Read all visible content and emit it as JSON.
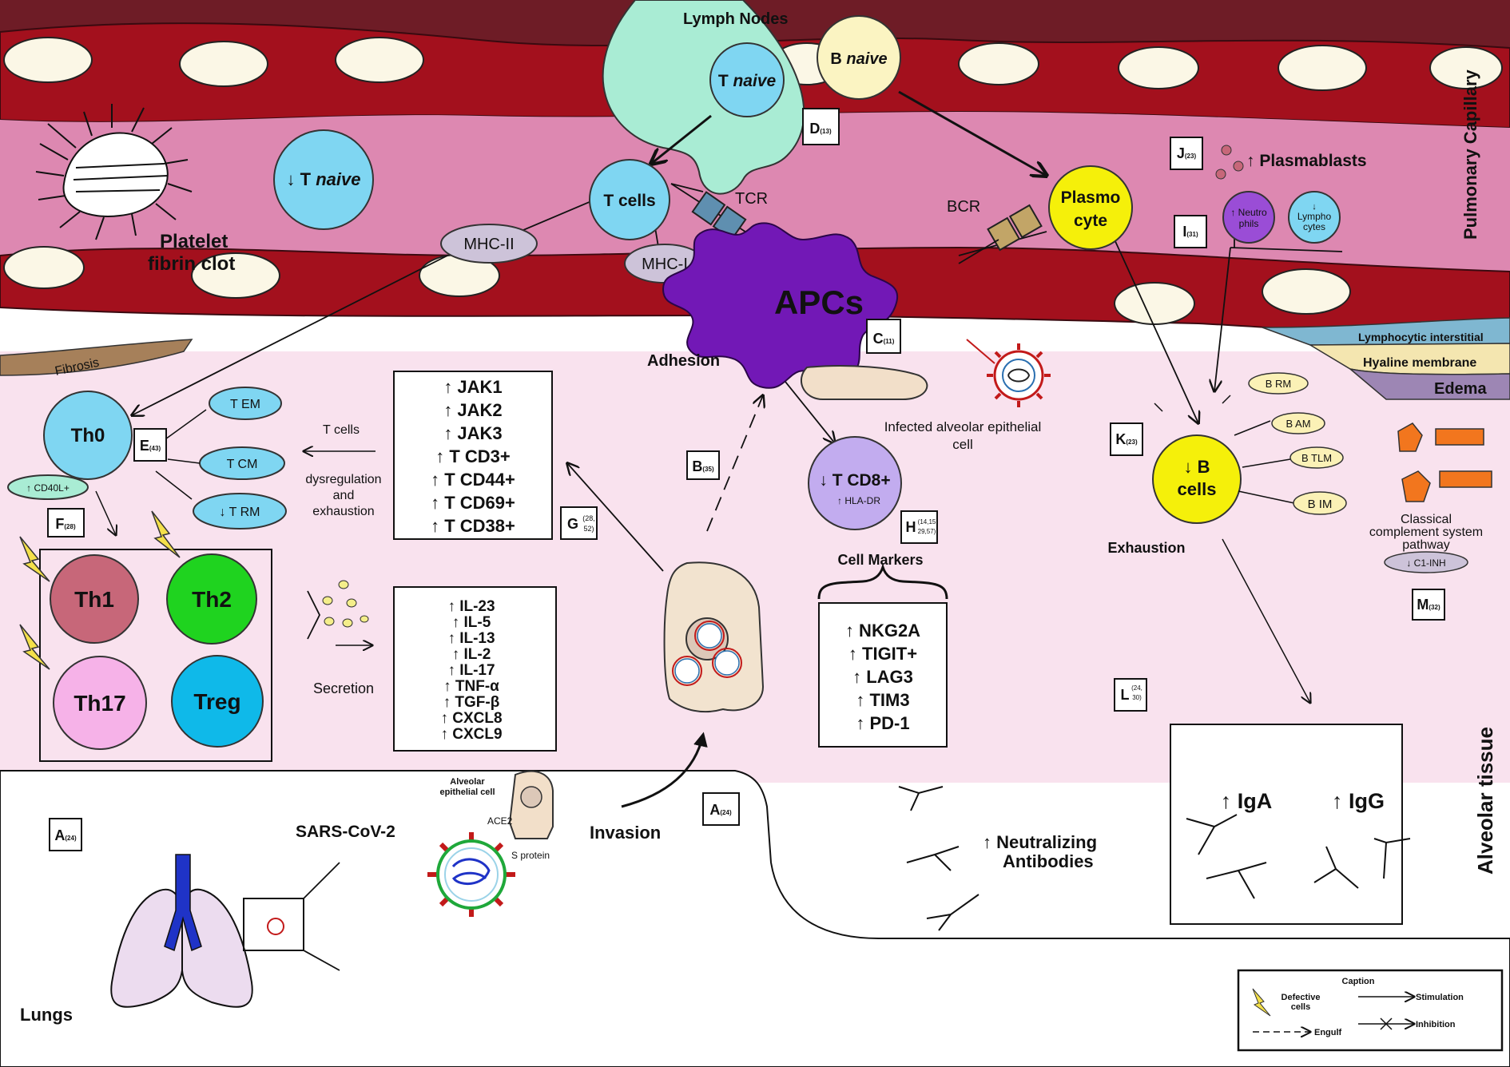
{
  "regions": {
    "lymph_nodes": "Lymph Nodes",
    "pulmonary_capillary": "Pulmonary Capillary",
    "alveolar_tissue": "Alveolar tissue",
    "lungs": "Lungs"
  },
  "cells": {
    "t_naive_prefix": "T",
    "t_naive_suffix": "naive",
    "b_naive_prefix": "B",
    "b_naive_suffix": "naive",
    "dec_t_naive_prefix": "↓ T",
    "dec_t_naive_suffix": "naive",
    "t_cells": "T cells",
    "plasmocyte_1": "Plasmo",
    "plasmocyte_2": "cyte",
    "apcs": "APCs",
    "th0": "Th0",
    "th1": "Th1",
    "th2": "Th2",
    "th17": "Th17",
    "treg": "Treg",
    "t_em": "T EM",
    "t_cm": "T CM",
    "t_rm": "↓ T RM",
    "cd40l": "↑ CD40L+",
    "b_rm": "B RM",
    "b_am": "B AM",
    "b_tlm": "B TLM",
    "b_im": "B IM",
    "b_cells_1": "↓ B",
    "b_cells_2": "cells",
    "cd8_1": "↓ T CD8+",
    "cd8_2": "↑ HLA-DR",
    "neutrophils_1": "↑ Neutro",
    "neutrophils_2": "phils",
    "lymphocytes_0": "↓",
    "lymphocytes_1": "Lympho",
    "lymphocytes_2": "cytes",
    "c1_inh": "↓ C1-INH"
  },
  "labels": {
    "platelet_1": "Platelet",
    "platelet_2": "fibrin clot",
    "mhc2": "MHC-II",
    "mhc1": "MHC-I",
    "tcr": "TCR",
    "bcr": "BCR",
    "plasmablasts": "↑ Plasmablasts",
    "fibrosis": "Fibrosis",
    "adhesion": "Adhesion",
    "infected_1": "Infected alveolar epithelial",
    "infected_2": "cell",
    "lymphocytic": "Lymphocytic interstitial",
    "hyaline": "Hyaline membrane",
    "edema": "Edema",
    "dysreg_1": "T cells",
    "dysreg_2": "dysregulation",
    "dysreg_3": "and",
    "dysreg_4": "exhaustion",
    "secretion": "Secretion",
    "cell_markers": "Cell Markers",
    "exhaustion": "Exhaustion",
    "complement_1": "Classical",
    "complement_2": "complement system",
    "complement_3": "pathway",
    "neutralizing_1": "↑ Neutralizing",
    "neutralizing_2": "Antibodies",
    "iga": "↑ IgA",
    "igg": "↑ IgG",
    "sars": "SARS-CoV-2",
    "alveolar_epi_1": "Alveolar",
    "alveolar_epi_2": "epithelial cell",
    "ace2": "ACE2",
    "s_protein": "S protein",
    "invasion": "Invasion"
  },
  "jak_box": [
    "↑ JAK1",
    "↑ JAK2",
    "↑ JAK3",
    "↑ T CD3+",
    "↑ T CD44+",
    "↑ T CD69+",
    "↑ T CD38+"
  ],
  "cytokines": [
    "↑ IL-23",
    "↑ IL-5",
    "↑ IL-13",
    "↑ IL-2",
    "↑ IL-17",
    "↑ TNF-α",
    "↑ TGF-β",
    "↑ CXCL8",
    "↑ CXCL9"
  ],
  "markers": [
    "↑ NKG2A",
    "↑ TIGIT+",
    "↑ LAG3",
    "↑ TIM3",
    "↑ PD-1"
  ],
  "refs": {
    "A": {
      "letter": "A",
      "cite": "(24)"
    },
    "A2": {
      "letter": "A",
      "cite": "(24)"
    },
    "B": {
      "letter": "B",
      "cite": "(35)"
    },
    "C": {
      "letter": "C",
      "cite": "(11)"
    },
    "D": {
      "letter": "D",
      "cite": "(13)"
    },
    "E": {
      "letter": "E",
      "cite": "(43)"
    },
    "F": {
      "letter": "F",
      "cite": "(28)"
    },
    "G": {
      "letter": "G",
      "cite_1": "(28,",
      "cite_2": "52)"
    },
    "H": {
      "letter": "H",
      "cite_1": "(14,15",
      "cite_2": "29,57)"
    },
    "I": {
      "letter": "I",
      "cite": "(31)"
    },
    "J": {
      "letter": "J",
      "cite": "(23)"
    },
    "K": {
      "letter": "K",
      "cite": "(23)"
    },
    "L": {
      "letter": "L",
      "cite_1": "(24,",
      "cite_2": "30)"
    },
    "M": {
      "letter": "M",
      "cite": "(32)"
    }
  },
  "caption": {
    "title": "Caption",
    "defective_1": "Defective",
    "defective_2": "cells",
    "stimulation": "Stimulation",
    "engulf": "Engulf",
    "inhibition": "Inhibition"
  },
  "colors": {
    "vessel_dark": "#6e1c26",
    "vessel_red": "#a3101d",
    "plasma_pink": "#dd88b1",
    "tissue_pink": "#f9e2ee",
    "lymph_green": "#a9ecd4",
    "t_cell_blue": "#7fd6f2",
    "apc_purple": "#7218b6",
    "plasmocyte_yellow": "#f5f00a",
    "th1": "#c76779",
    "th2": "#1fd31f",
    "th17": "#f6b2e8",
    "treg": "#0fb9e9"
  }
}
